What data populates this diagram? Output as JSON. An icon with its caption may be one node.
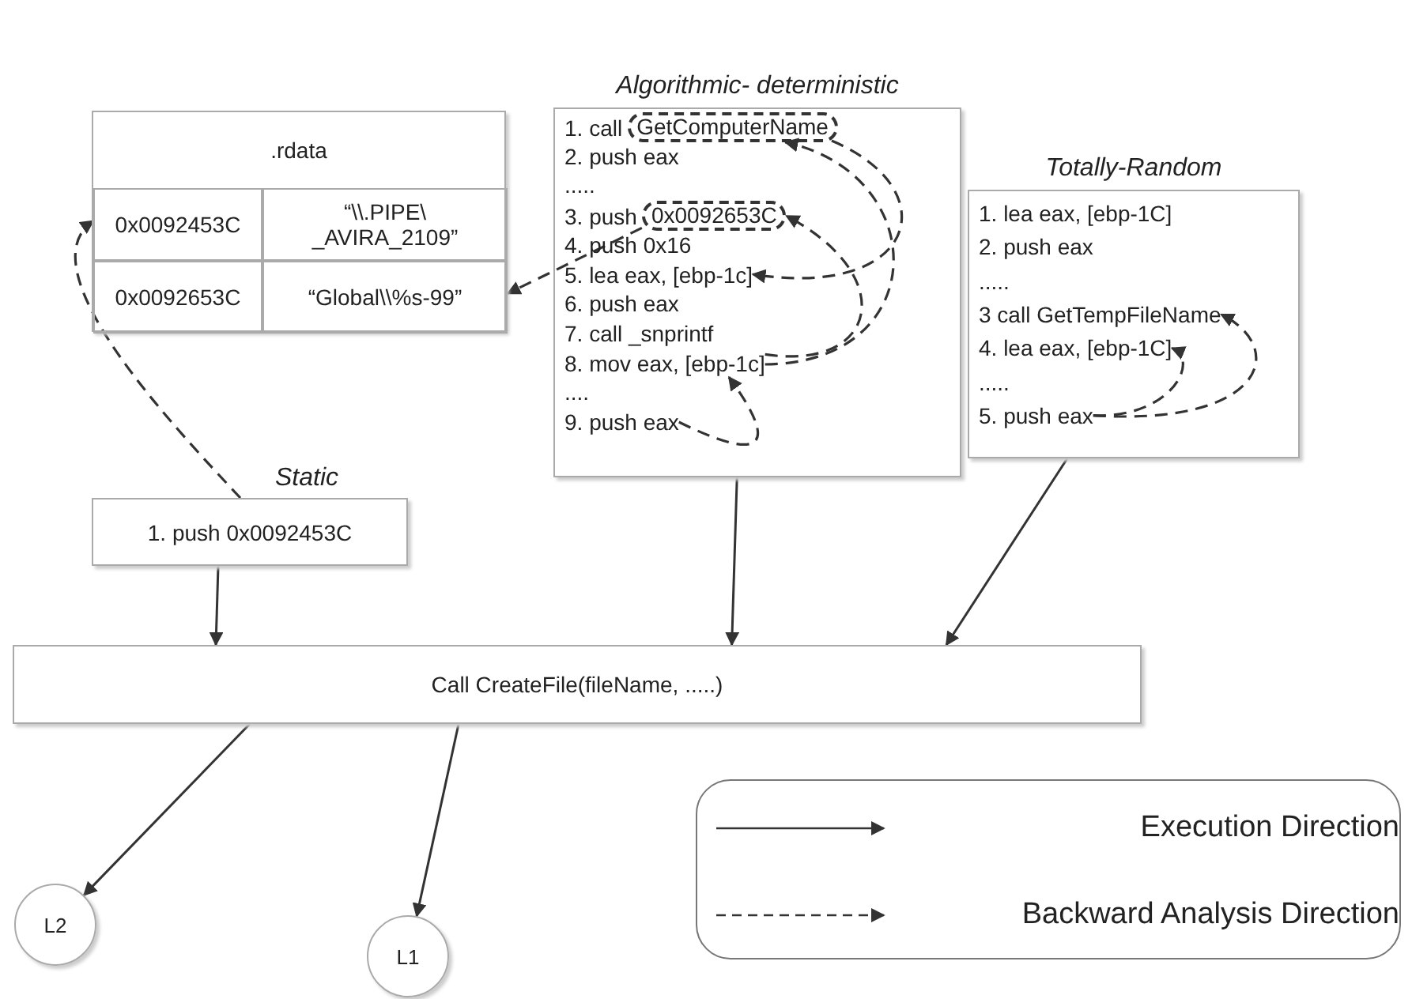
{
  "diagram": {
    "nodes": [
      {
        "text": [
          ".rdata"
        ]
      },
      {
        "text": [
          "0x0092453C"
        ],
        "in": 0
      },
      {
        "text": [
          "“\\\\.PIPE\\ _AVIRA_2109”"
        ],
        "in": 0
      },
      {
        "text": [
          "0x0092653C"
        ],
        "in": 0
      },
      {
        "text": [
          "“Global\\\\%s-99”"
        ],
        "in": 0
      },
      {
        "text": [
          "Algorithmic- deterministic"
        ]
      },
      {
        "text": [
          "1. call"
        ],
        "in": 5
      },
      {
        "text": [
          "GetComputerName"
        ],
        "in": 6
      },
      {
        "text": [
          "2. push eax"
        ],
        "in": 5
      },
      {
        "text": [
          "....."
        ],
        "in": 5
      },
      {
        "text": [
          "3. push"
        ],
        "in": 5
      },
      {
        "text": [
          "0x0092653C"
        ],
        "in": 10
      },
      {
        "text": [
          "4. push 0x16"
        ],
        "in": 5
      },
      {
        "text": [
          "5. lea eax, [ebp-1c]"
        ],
        "in": 5
      },
      {
        "text": [
          "6. push eax"
        ],
        "in": 5
      },
      {
        "text": [
          "7. call _snprintf"
        ],
        "in": 5
      },
      {
        "text": [
          "8. mov eax, [ebp-1c]"
        ],
        "in": 5
      },
      {
        "text": [
          "...."
        ],
        "in": 5
      },
      {
        "text": [
          "9. push eax"
        ],
        "in": 5
      },
      {
        "text": [
          "Totally-Random"
        ]
      },
      {
        "text": [
          "1. lea eax, [ebp-1C]"
        ],
        "in": 19
      },
      {
        "text": [
          "2. push eax"
        ],
        "in": 19
      },
      {
        "text": [
          "....."
        ],
        "in": 19
      },
      {
        "text": [
          "3 call GetTempFileName"
        ],
        "in": 19
      },
      {
        "text": [
          "4. lea eax, [ebp-1C]"
        ],
        "in": 19
      },
      {
        "text": [
          "....."
        ],
        "in": 19
      },
      {
        "text": [
          "5. push eax"
        ],
        "in": 19
      },
      {
        "text": [
          "Static",
          "1. push 0x0092453C"
        ]
      },
      {
        "text": [
          "Call CreateFile(fileName, .....)"
        ]
      },
      {
        "text": [
          "L2"
        ]
      },
      {
        "text": [
          "L1"
        ]
      }
    ],
    "edges": [
      {
        "from": 27,
        "to": 1,
        "arrow": "to",
        "style": "dashed"
      },
      {
        "from": 11,
        "to": 4,
        "arrow": "to",
        "style": "dashed"
      },
      {
        "from": 18,
        "to": 16,
        "arrow": "to",
        "style": "dashed"
      },
      {
        "from": 16,
        "to": 11,
        "arrow": "to",
        "style": "dashed"
      },
      {
        "from": 16,
        "to": 7,
        "arrow": "to",
        "style": "dashed"
      },
      {
        "from": 7,
        "to": 13,
        "arrow": "to",
        "style": "dashed"
      },
      {
        "from": 26,
        "to": 23,
        "arrow": "to",
        "style": "dashed"
      },
      {
        "from": 26,
        "to": 24,
        "arrow": "to",
        "style": "dashed"
      },
      {
        "from": 27,
        "to": 28,
        "arrow": "to"
      },
      {
        "from": 5,
        "to": 28,
        "arrow": "to"
      },
      {
        "from": 19,
        "to": 28,
        "arrow": "to"
      },
      {
        "from": 28,
        "to": 29,
        "arrow": "to"
      },
      {
        "from": 28,
        "to": 30,
        "arrow": "to"
      }
    ],
    "legend": [
      {
        "text": "Execution Direction"
      },
      {
        "text": "Backward Analysis Direction"
      }
    ]
  }
}
